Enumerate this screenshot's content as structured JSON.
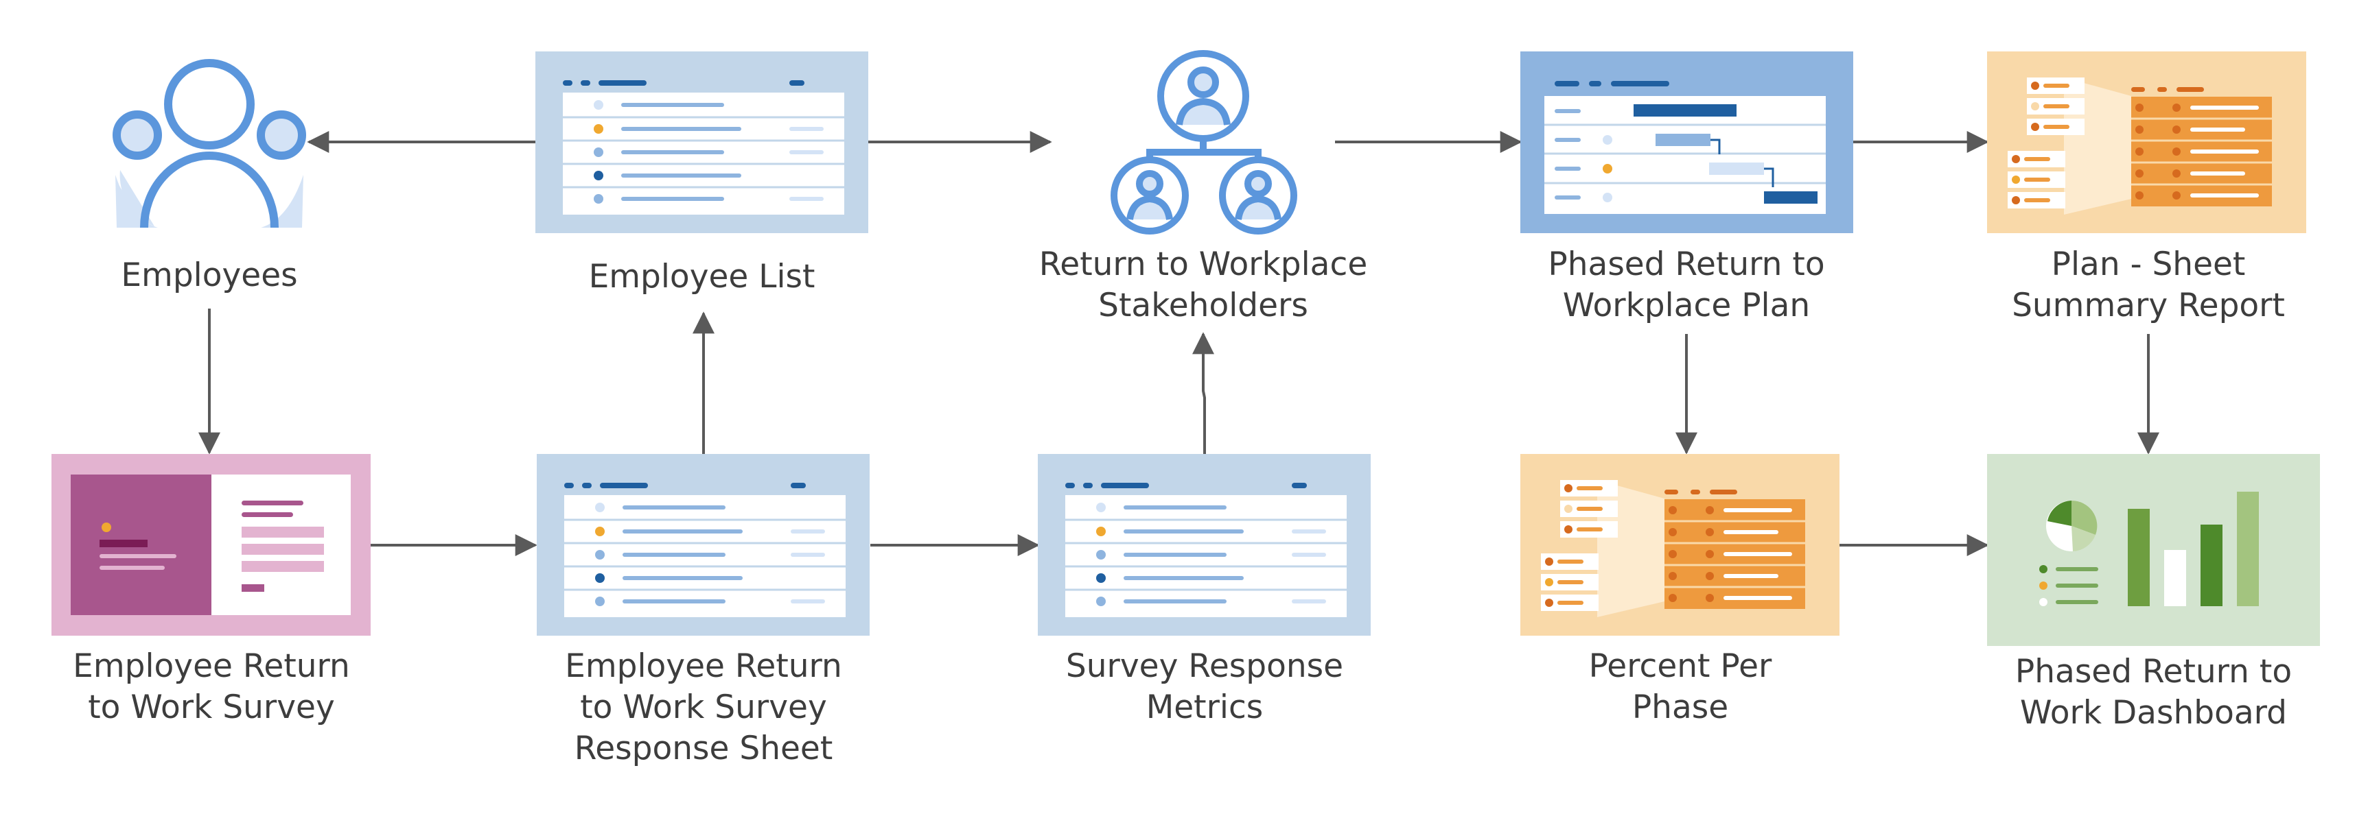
{
  "nodes": {
    "employees": {
      "label": [
        "Employees"
      ]
    },
    "employee_list": {
      "label": [
        "Employee List"
      ]
    },
    "stakeholders": {
      "label": [
        "Return to Workplace",
        "Stakeholders"
      ]
    },
    "phased_plan": {
      "label": [
        "Phased Return to",
        "Workplace Plan"
      ]
    },
    "summary_report": {
      "label": [
        "Plan - Sheet",
        "Summary Report"
      ]
    },
    "survey": {
      "label": [
        "Employee Return",
        "to Work Survey"
      ]
    },
    "response_sheet": {
      "label": [
        "Employee Return",
        "to Work Survey",
        "Response Sheet"
      ]
    },
    "metrics": {
      "label": [
        "Survey Response",
        "Metrics"
      ]
    },
    "percent_phase": {
      "label": [
        "Percent Per",
        "Phase"
      ]
    },
    "dashboard": {
      "label": [
        "Phased Return to",
        "Work Dashboard"
      ]
    }
  },
  "edges": [
    {
      "from": "employee_list",
      "to": "employees"
    },
    {
      "from": "employee_list",
      "to": "stakeholders"
    },
    {
      "from": "stakeholders",
      "to": "phased_plan"
    },
    {
      "from": "phased_plan",
      "to": "summary_report"
    },
    {
      "from": "employees",
      "to": "survey"
    },
    {
      "from": "survey",
      "to": "response_sheet"
    },
    {
      "from": "response_sheet",
      "to": "employee_list"
    },
    {
      "from": "response_sheet",
      "to": "metrics"
    },
    {
      "from": "metrics",
      "to": "stakeholders"
    },
    {
      "from": "phased_plan",
      "to": "percent_phase"
    },
    {
      "from": "summary_report",
      "to": "dashboard"
    },
    {
      "from": "percent_phase",
      "to": "dashboard"
    }
  ],
  "colors": {
    "arrow": "#5a5a5a",
    "sheet_bg": "#c2d6e9",
    "sheet_blue": "#8eb4df",
    "icon_blue": "#5b96dc",
    "survey_bg": "#e3b3d0",
    "survey_purple": "#a8568d",
    "report_bg": "#f9d9a9",
    "report_orange": "#ee9a3e",
    "dashboard_bg": "#d3e4cf",
    "dashboard_green": "#4e8a2b"
  }
}
